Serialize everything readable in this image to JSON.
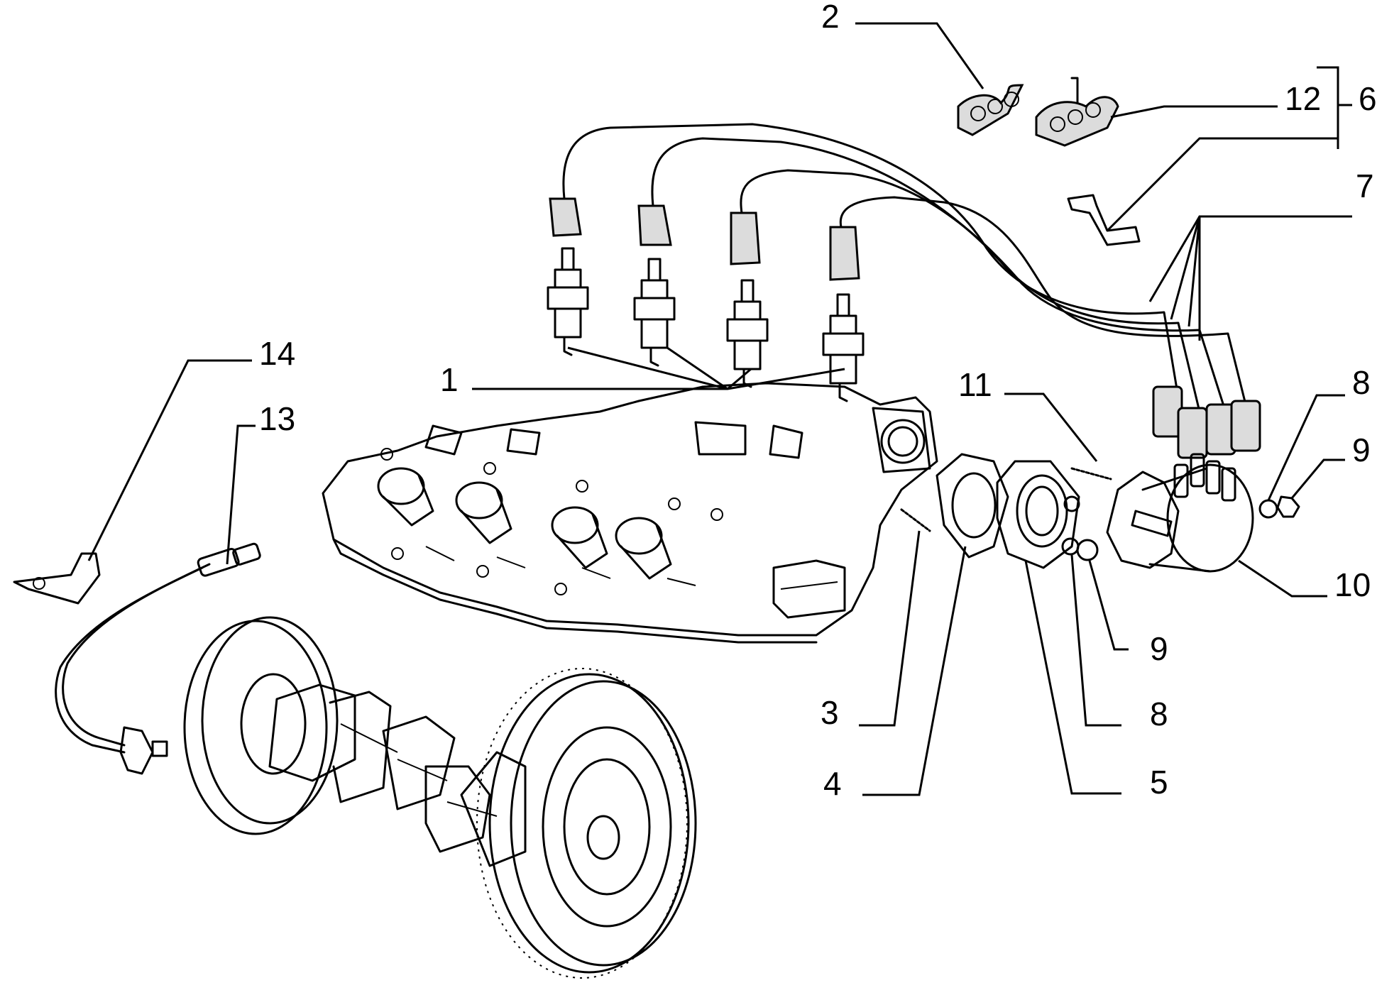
{
  "callouts": {
    "c1": "1",
    "c2": "2",
    "c3": "3",
    "c4": "4",
    "c5": "5",
    "c6": "6",
    "c7": "7",
    "c8a": "8",
    "c8b": "8",
    "c9a": "9",
    "c9b": "9",
    "c10": "10",
    "c11": "11",
    "c12": "12",
    "c13": "13",
    "c14": "14"
  }
}
